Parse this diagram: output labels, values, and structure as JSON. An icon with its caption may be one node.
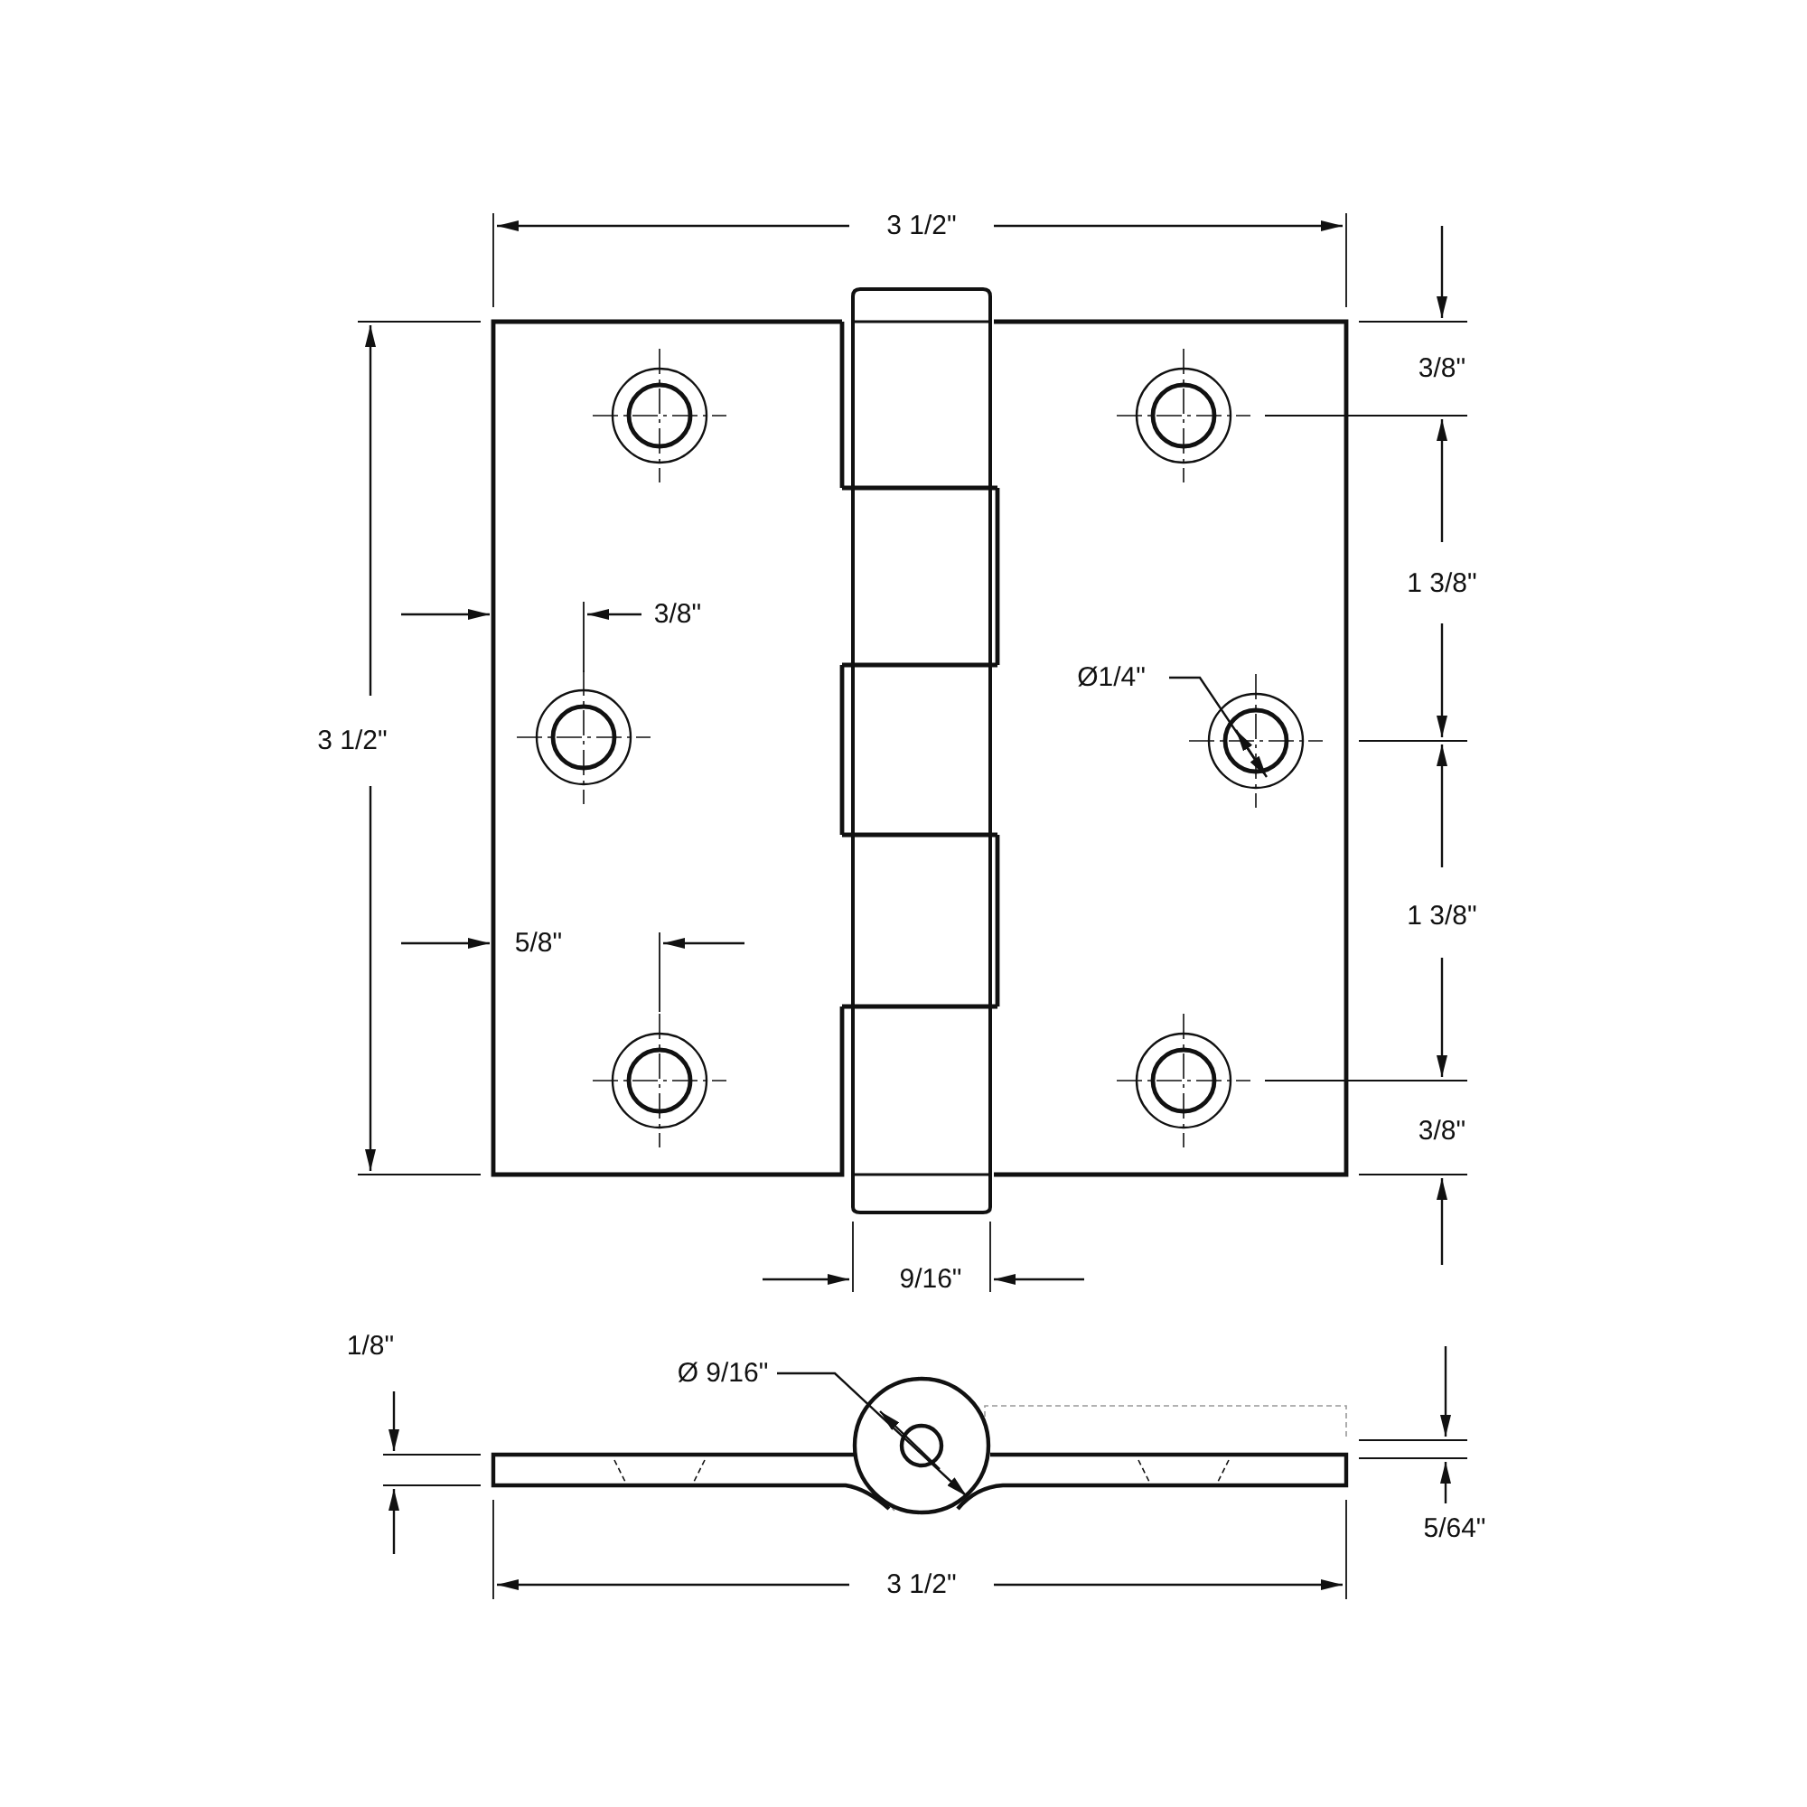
{
  "diagram": {
    "labels": [
      "3 1/2\"",
      "3/8\"",
      "1 3/8\"",
      "3/8\"",
      "Ø1/4\"",
      "3 1/2\"",
      "1 3/8\"",
      "5/8\"",
      "3/8\"",
      "9/16\"",
      "1/8\"",
      "Ø 9/16\"",
      "5/64\"",
      "3 1/2\""
    ]
  }
}
